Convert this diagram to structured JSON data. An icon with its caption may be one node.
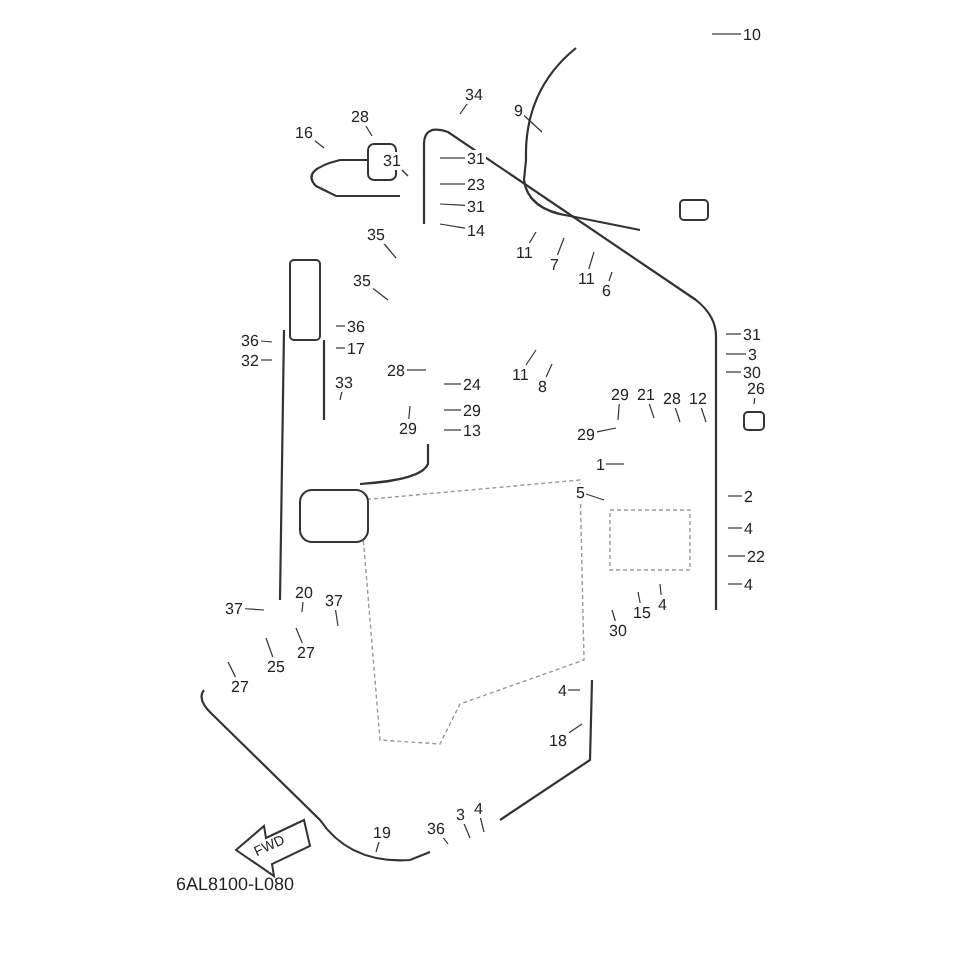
{
  "diagram": {
    "nodes": [
      {
        "text": [
          "10"
        ]
      },
      {
        "text": [
          "34"
        ]
      },
      {
        "text": [
          "9"
        ]
      },
      {
        "text": [
          "28"
        ]
      },
      {
        "text": [
          "16"
        ]
      },
      {
        "text": [
          "31"
        ]
      },
      {
        "text": [
          "31"
        ]
      },
      {
        "text": [
          "23"
        ]
      },
      {
        "text": [
          "31"
        ]
      },
      {
        "text": [
          "14"
        ]
      },
      {
        "text": [
          "35"
        ]
      },
      {
        "text": [
          "11"
        ]
      },
      {
        "text": [
          "7"
        ]
      },
      {
        "text": [
          "11"
        ]
      },
      {
        "text": [
          "35"
        ]
      },
      {
        "text": [
          "6"
        ]
      },
      {
        "text": [
          "36"
        ]
      },
      {
        "text": [
          "31"
        ]
      },
      {
        "text": [
          "36"
        ]
      },
      {
        "text": [
          "17"
        ]
      },
      {
        "text": [
          "3"
        ]
      },
      {
        "text": [
          "32"
        ]
      },
      {
        "text": [
          "28"
        ]
      },
      {
        "text": [
          "30"
        ]
      },
      {
        "text": [
          "11"
        ]
      },
      {
        "text": [
          "33"
        ]
      },
      {
        "text": [
          "24"
        ]
      },
      {
        "text": [
          "8"
        ]
      },
      {
        "text": [
          "26"
        ]
      },
      {
        "text": [
          "29"
        ]
      },
      {
        "text": [
          "21"
        ]
      },
      {
        "text": [
          "28"
        ]
      },
      {
        "text": [
          "12"
        ]
      },
      {
        "text": [
          "29"
        ]
      },
      {
        "text": [
          "29"
        ]
      },
      {
        "text": [
          "29"
        ]
      },
      {
        "text": [
          "13"
        ]
      },
      {
        "text": [
          "1"
        ]
      },
      {
        "text": [
          "5"
        ]
      },
      {
        "text": [
          "2"
        ]
      },
      {
        "text": [
          "4"
        ]
      },
      {
        "text": [
          "22"
        ]
      },
      {
        "text": [
          "4"
        ]
      },
      {
        "text": [
          "20"
        ]
      },
      {
        "text": [
          "37"
        ]
      },
      {
        "text": [
          "4"
        ]
      },
      {
        "text": [
          "37"
        ]
      },
      {
        "text": [
          "15"
        ]
      },
      {
        "text": [
          "30"
        ]
      },
      {
        "text": [
          "27"
        ]
      },
      {
        "text": [
          "25"
        ]
      },
      {
        "text": [
          "27"
        ]
      },
      {
        "text": [
          "4"
        ]
      },
      {
        "text": [
          "18"
        ]
      },
      {
        "text": [
          "4"
        ]
      },
      {
        "text": [
          "3"
        ]
      },
      {
        "text": [
          "36"
        ]
      },
      {
        "text": [
          "19"
        ]
      }
    ],
    "edges": [
      {
        "from": 0,
        "to": null,
        "arrow": "none"
      },
      {
        "from": 1,
        "to": null,
        "arrow": "none"
      },
      {
        "from": 2,
        "to": null,
        "arrow": "none"
      },
      {
        "from": 3,
        "to": null,
        "arrow": "none"
      },
      {
        "from": 4,
        "to": null,
        "arrow": "none"
      },
      {
        "from": 5,
        "to": null,
        "arrow": "none"
      },
      {
        "from": 6,
        "to": null,
        "arrow": "none"
      },
      {
        "from": 7,
        "to": null,
        "arrow": "none"
      },
      {
        "from": 8,
        "to": null,
        "arrow": "none"
      },
      {
        "from": 9,
        "to": null,
        "arrow": "none"
      },
      {
        "from": 10,
        "to": null,
        "arrow": "none"
      },
      {
        "from": 11,
        "to": null,
        "arrow": "none"
      },
      {
        "from": 12,
        "to": null,
        "arrow": "none"
      },
      {
        "from": 13,
        "to": null,
        "arrow": "none"
      },
      {
        "from": 14,
        "to": null,
        "arrow": "none"
      },
      {
        "from": 15,
        "to": null,
        "arrow": "none"
      },
      {
        "from": 16,
        "to": null,
        "arrow": "none"
      },
      {
        "from": 17,
        "to": null,
        "arrow": "none"
      },
      {
        "from": 18,
        "to": null,
        "arrow": "none"
      },
      {
        "from": 19,
        "to": null,
        "arrow": "none"
      },
      {
        "from": 20,
        "to": null,
        "arrow": "none"
      },
      {
        "from": 21,
        "to": null,
        "arrow": "none"
      },
      {
        "from": 22,
        "to": null,
        "arrow": "none"
      },
      {
        "from": 23,
        "to": null,
        "arrow": "none"
      },
      {
        "from": 24,
        "to": null,
        "arrow": "none"
      },
      {
        "from": 25,
        "to": null,
        "arrow": "none"
      },
      {
        "from": 26,
        "to": null,
        "arrow": "none"
      },
      {
        "from": 27,
        "to": null,
        "arrow": "none"
      },
      {
        "from": 28,
        "to": null,
        "arrow": "none"
      },
      {
        "from": 29,
        "to": null,
        "arrow": "none"
      },
      {
        "from": 30,
        "to": null,
        "arrow": "none"
      },
      {
        "from": 31,
        "to": null,
        "arrow": "none"
      },
      {
        "from": 32,
        "to": null,
        "arrow": "none"
      },
      {
        "from": 33,
        "to": null,
        "arrow": "none"
      },
      {
        "from": 34,
        "to": null,
        "arrow": "none"
      },
      {
        "from": 35,
        "to": null,
        "arrow": "none"
      },
      {
        "from": 36,
        "to": null,
        "arrow": "none"
      },
      {
        "from": 37,
        "to": null,
        "arrow": "none"
      },
      {
        "from": 38,
        "to": null,
        "arrow": "none"
      },
      {
        "from": 39,
        "to": null,
        "arrow": "none"
      },
      {
        "from": 40,
        "to": null,
        "arrow": "none"
      },
      {
        "from": 41,
        "to": null,
        "arrow": "none"
      },
      {
        "from": 42,
        "to": null,
        "arrow": "none"
      },
      {
        "from": 43,
        "to": null,
        "arrow": "none"
      },
      {
        "from": 44,
        "to": null,
        "arrow": "none"
      },
      {
        "from": 45,
        "to": null,
        "arrow": "none"
      },
      {
        "from": 46,
        "to": null,
        "arrow": "none"
      },
      {
        "from": 47,
        "to": null,
        "arrow": "none"
      },
      {
        "from": 48,
        "to": null,
        "arrow": "none"
      },
      {
        "from": 49,
        "to": null,
        "arrow": "none"
      },
      {
        "from": 50,
        "to": null,
        "arrow": "none"
      },
      {
        "from": 51,
        "to": null,
        "arrow": "none"
      },
      {
        "from": 52,
        "to": null,
        "arrow": "none"
      },
      {
        "from": 53,
        "to": null,
        "arrow": "none"
      },
      {
        "from": 54,
        "to": null,
        "arrow": "none"
      },
      {
        "from": 55,
        "to": null,
        "arrow": "none"
      },
      {
        "from": 56,
        "to": null,
        "arrow": "none"
      },
      {
        "from": 57,
        "to": null,
        "arrow": "none"
      }
    ],
    "labels": [
      "FWD",
      "6AL8100-L080"
    ]
  }
}
